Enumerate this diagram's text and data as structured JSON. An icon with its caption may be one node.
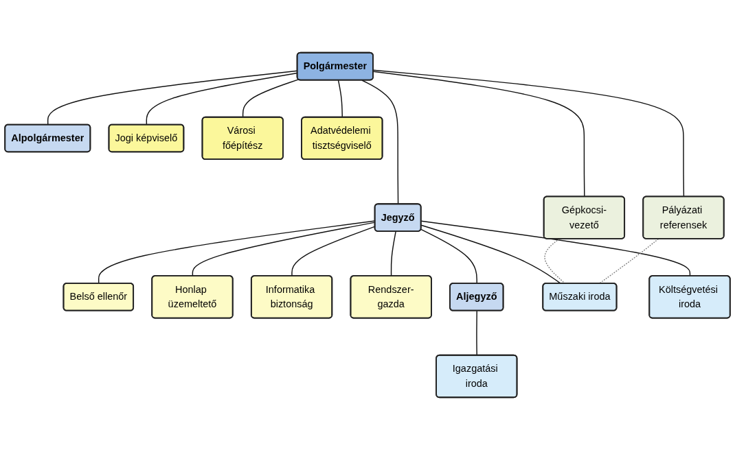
{
  "diagram": {
    "nodes": [
      {
        "text": [
          "Polgármester"
        ]
      },
      {
        "text": [
          "Alpolgármester"
        ]
      },
      {
        "text": [
          "Gépkocsi-vezető"
        ]
      },
      {
        "text": [
          "Pályázati referensek"
        ]
      },
      {
        "text": [
          "Jogi képviselő"
        ]
      },
      {
        "text": [
          "Városi főépítész"
        ]
      },
      {
        "text": [
          "Adatvédelemi tisztségviselő"
        ]
      },
      {
        "text": [
          "Jegyző"
        ]
      },
      {
        "text": [
          "Belső ellenőr"
        ]
      },
      {
        "text": [
          "Honlap üzemeltető"
        ]
      },
      {
        "text": [
          "Informatika biztonság"
        ]
      },
      {
        "text": [
          "Rendszer-gazda"
        ]
      },
      {
        "text": [
          "Aljegyző"
        ]
      },
      {
        "text": [
          "Műszaki iroda"
        ]
      },
      {
        "text": [
          "Költségvetési iroda"
        ]
      },
      {
        "text": [
          "Igazgatási iroda"
        ]
      }
    ],
    "edges": [
      {
        "from": 0,
        "to": 1,
        "arrow": "none"
      },
      {
        "from": 0,
        "to": 2,
        "arrow": "none"
      },
      {
        "from": 0,
        "to": 3,
        "arrow": "none"
      },
      {
        "from": 0,
        "to": 4,
        "arrow": "none"
      },
      {
        "from": 0,
        "to": 5,
        "arrow": "none"
      },
      {
        "from": 0,
        "to": 6,
        "arrow": "none"
      },
      {
        "from": 0,
        "to": 7,
        "arrow": "none"
      },
      {
        "from": 7,
        "to": 8,
        "arrow": "none"
      },
      {
        "from": 7,
        "to": 9,
        "arrow": "none"
      },
      {
        "from": 7,
        "to": 10,
        "arrow": "none"
      },
      {
        "from": 7,
        "to": 11,
        "arrow": "none"
      },
      {
        "from": 7,
        "to": 12,
        "arrow": "none"
      },
      {
        "from": 7,
        "to": 13,
        "arrow": "none"
      },
      {
        "from": 7,
        "to": 14,
        "arrow": "none"
      },
      {
        "from": 12,
        "to": 15,
        "arrow": "none"
      },
      {
        "from": 2,
        "to": 13,
        "arrow": "none",
        "style": "dashed",
        "color": "#808080"
      },
      {
        "from": 3,
        "to": 13,
        "arrow": "none",
        "style": "dashed",
        "color": "#808080"
      }
    ]
  }
}
